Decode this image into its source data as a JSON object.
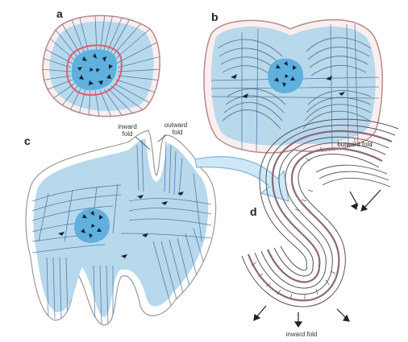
{
  "panels": {
    "a": {
      "letter": "a"
    },
    "b": {
      "letter": "b"
    },
    "c": {
      "letter": "c",
      "inward_label_line1": "inward",
      "inward_label_line2": "fold",
      "outward_label_line1": "outward",
      "outward_label_line2": "fold"
    },
    "d": {
      "letter": "d",
      "outward_label": "outward fold",
      "inward_label": "inward fold"
    }
  },
  "colors": {
    "tissue_fill": "#b8d8ec",
    "lumen_fill": "#5fb0dc",
    "epithelium_outline": "#d9a2a2",
    "inner_ring": "#e25b6b",
    "layer_lines": "#3f6f9f",
    "dark_layers": "#6b5a6a",
    "arrow_fill": "#cfe8f7"
  }
}
